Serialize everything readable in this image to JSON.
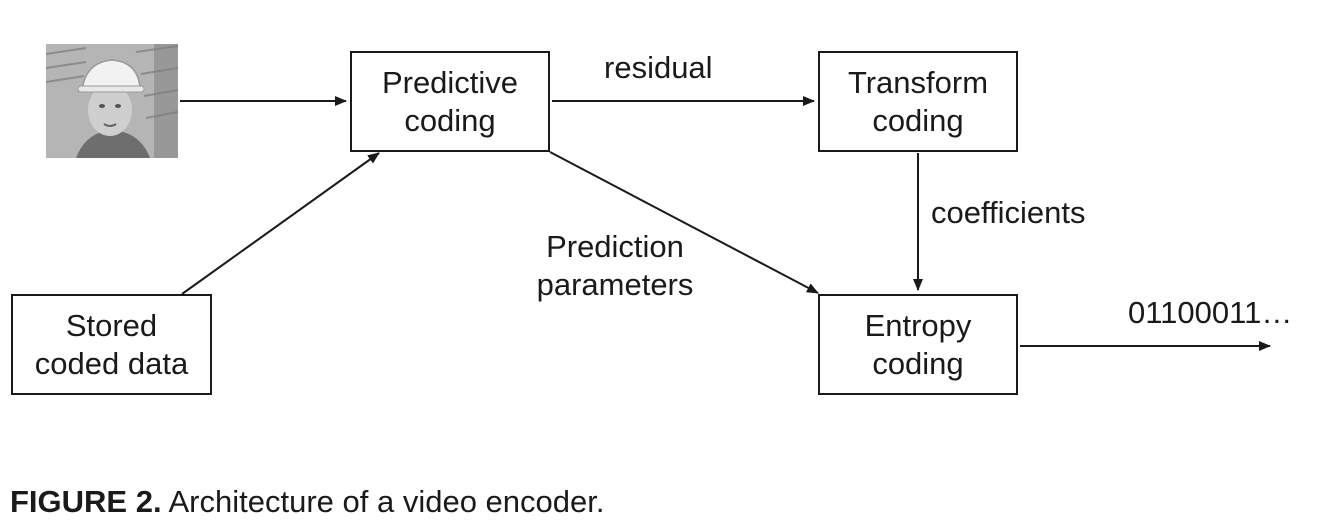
{
  "boxes": {
    "predictive": [
      "Predictive",
      "coding"
    ],
    "transform": [
      "Transform",
      "coding"
    ],
    "entropy": [
      "Entropy",
      "coding"
    ],
    "stored": [
      "Stored",
      "coded data"
    ]
  },
  "labels": {
    "residual": "residual",
    "coefficients": "coefficients",
    "prediction_parameters": [
      "Prediction",
      "parameters"
    ],
    "bitstream": "01100011…"
  },
  "caption": {
    "label": "FIGURE 2.",
    "text": "Architecture of a video encoder."
  },
  "photo": {
    "icon": "person-with-hardhat-photo"
  }
}
